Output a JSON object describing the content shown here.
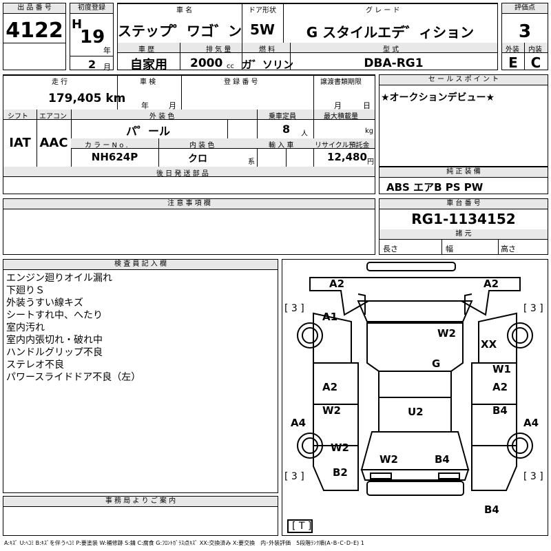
{
  "header": {
    "lot_label": "出 品 番 号",
    "lot": "4122",
    "first_reg_label": "初度登録",
    "era": "H",
    "year": "19",
    "year_unit": "年",
    "month": "2",
    "month_unit": "月",
    "car_name_label": "車 名",
    "car_name": "ステップ゜ワゴ゛ン",
    "door_label": "ドア形状",
    "door": "5W",
    "grade_label": "グ レ ー ド",
    "grade": "G スタイルエデ゛ィション",
    "score_label": "評価点",
    "score": "3",
    "history_label": "車 歴",
    "history": "自家用",
    "displacement_label": "排 気 量",
    "displacement": "2000",
    "cc": "cc",
    "fuel_label": "燃 料",
    "fuel": "ガ゛ソリン",
    "model_label": "型 式",
    "model": "DBA-RG1",
    "exterior_label": "外装",
    "exterior": "E",
    "interior_label": "内装",
    "interior": "C"
  },
  "row2": {
    "mileage_label": "走 行",
    "mileage": "179,405 km",
    "inspection_label": "車 検",
    "year_unit": "年",
    "month_unit": "月",
    "reg_no_label": "登 録 番 号",
    "transfer_label": "譲渡書類期限",
    "day_unit": "日",
    "sales_label": "セ ー ル ス ポ イ ン ト",
    "sales_point": "★オークションデビュー★",
    "shift_label": "シフト",
    "shift": "IAT",
    "ac_label": "エアコン",
    "ac": "AAC",
    "color_label": "外 装 色",
    "color": "パ゜ール",
    "capacity_label": "乗車定員",
    "capacity": "8",
    "person_unit": "人",
    "load_label": "最大積載量",
    "kg": "kg",
    "color_no_label": "カ ラ ー N o .",
    "color_no": "NH624P",
    "int_color_label": "内 装 色",
    "int_color": "クロ",
    "kei": "系",
    "import_label": "輸 入 車",
    "recycle_label": "リサイクル預託金",
    "recycle": "12,480",
    "yen": "円",
    "later_label": "後 日 発 送 部 品",
    "equip_label": "純 正 装 備",
    "equip": "ABS エアB PS PW"
  },
  "notes_label": "注 意 事 項 欄",
  "chassis_label": "車 台 番 号",
  "chassis": "RG1-1134152",
  "dims_label": "諸 元",
  "length": "長さ",
  "width": "幅",
  "height": "高さ",
  "inspector_label": "検 査 員 記 入 欄",
  "inspector_notes": [
    "エンジン廻りオイル漏れ",
    "下廻りＳ",
    "外装うすい線キズ",
    "シートすれ中、へたり",
    "室内汚れ",
    "室内内張切れ・破れ中",
    "ハンドルグリップ不良",
    "ステレオ不良",
    "パワースライドドア不良（左）"
  ],
  "office_label": "事 務 局 よ り ご 案 内",
  "legend": "A:ｷｽﾞ U:ﾍｺﾐ B:ｷｽﾞを伴うﾍｺﾐ P:要塗装 W:補修跡 S:錆 C:腐食 G:ﾌﾛﾝﾄｶﾞﾗｽ点ｷｽﾞ XX:交換済み X:要交換　内･外装評価　5段階ﾗﾝｸ順(A･B･C･D･E) 1",
  "diagram": {
    "marks": [
      "A2",
      "A2",
      "A1",
      "W2",
      "XX",
      "G",
      "W1",
      "A2",
      "A2",
      "A4",
      "W2",
      "U2",
      "B4",
      "A4",
      "W2",
      "W2",
      "B4",
      "B2",
      "B4"
    ],
    "tire_labels": [
      "[ 3 ]",
      "[ 3 ]",
      "[ 3 ]",
      "[ 3 ]"
    ],
    "trunk_label": "[ T ]"
  }
}
